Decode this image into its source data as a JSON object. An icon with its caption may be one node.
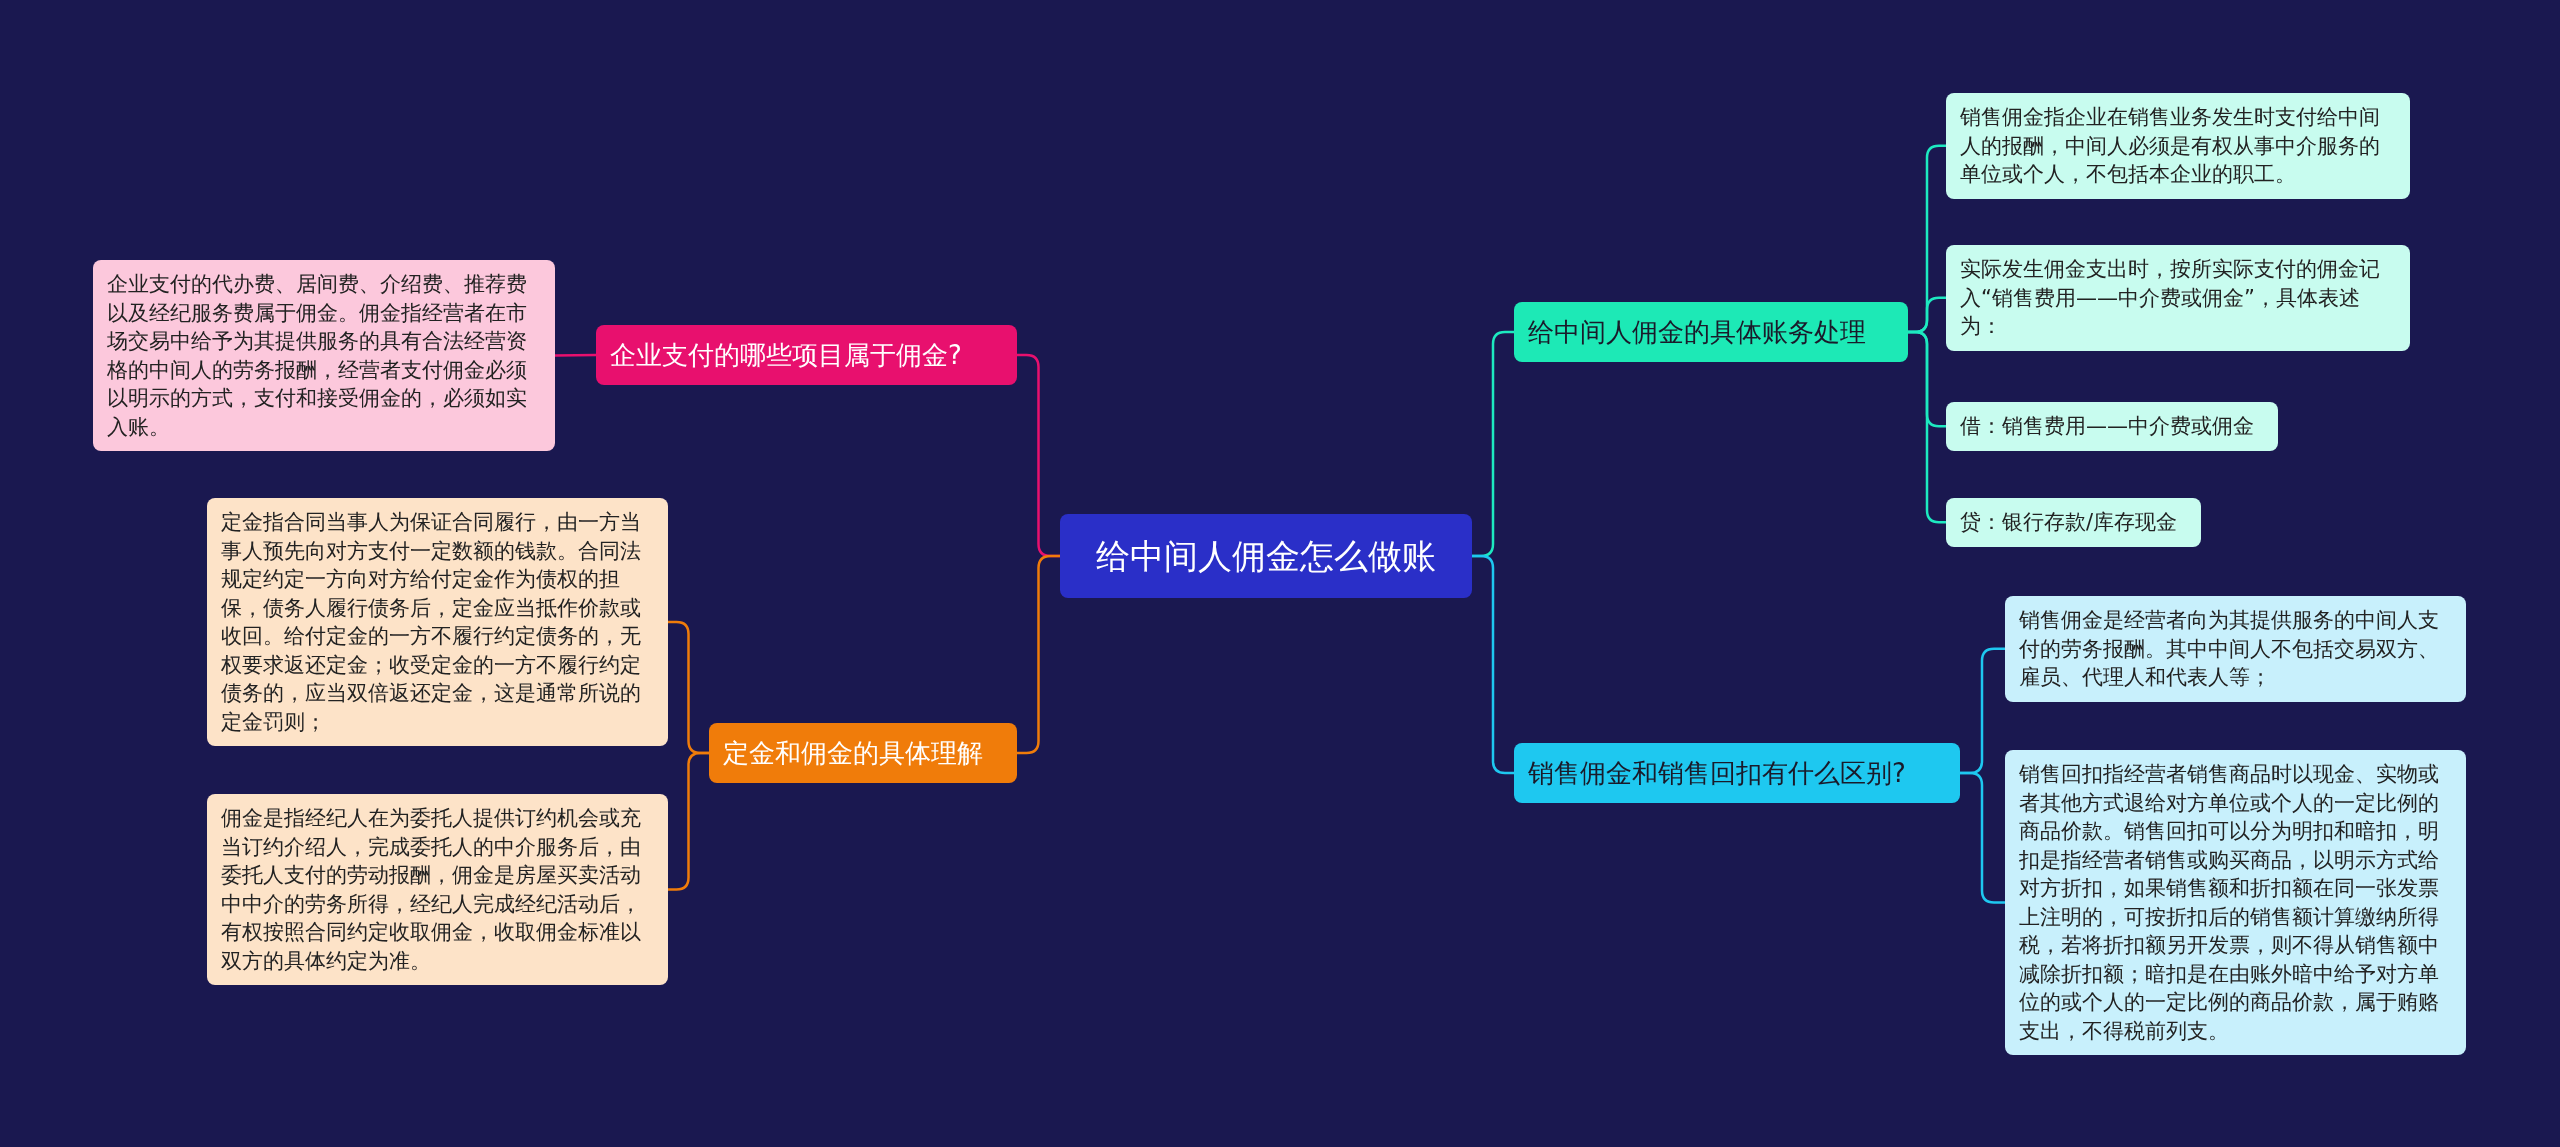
{
  "diagram": {
    "nodes": [
      {
        "text": [
          "给中间人佣金怎么做账"
        ]
      },
      {
        "text": [
          "企业支付的哪些项目属于佣金?"
        ]
      },
      {
        "text": [
          "企业支付的代办费、居间费、介绍费、推荐费以及经纪服务费属于佣金。佣金指经营者在市场交易中给予为其提供服务的具有合法经营资格的中间人的劳务报酬，经营者支付佣金必须以明示的方式，支付和接受佣金的，必须如实入账。"
        ]
      },
      {
        "text": [
          "定金和佣金的具体理解"
        ]
      },
      {
        "text": [
          "定金指合同当事人为保证合同履行，由一方当事人预先向对方支付一定数额的钱款。合同法规定约定一方向对方给付定金作为债权的担保，债务人履行债务后，定金应当抵作价款或收回。给付定金的一方不履行约定债务的，无权要求返还定金；收受定金的一方不履行约定债务的，应当双倍返还定金，这是通常所说的定金罚则；"
        ]
      },
      {
        "text": [
          "佣金是指经纪人在为委托人提供订约机会或充当订约介绍人，完成委托人的中介服务后，由委托人支付的劳动报酬，佣金是房屋买卖活动中中介的劳务所得，经纪人完成经纪活动后，有权按照合同约定收取佣金，收取佣金标准以双方的具体约定为准。"
        ]
      },
      {
        "text": [
          "给中间人佣金的具体账务处理"
        ]
      },
      {
        "text": [
          "销售佣金指企业在销售业务发生时支付给中间人的报酬，中间人必须是有权从事中介服务的单位或个人，不包括本企业的职工。"
        ]
      },
      {
        "text": [
          "实际发生佣金支出时，按所实际支付的佣金记入“销售费用——中介费或佣金”，具体表述为："
        ]
      },
      {
        "text": [
          "借：销售费用——中介费或佣金"
        ]
      },
      {
        "text": [
          "贷：银行存款/库存现金"
        ]
      },
      {
        "text": [
          "销售佣金和销售回扣有什么区别?"
        ]
      },
      {
        "text": [
          "销售佣金是经营者向为其提供服务的中间人支付的劳务报酬。其中中间人不包括交易双方、雇员、代理人和代表人等；"
        ]
      },
      {
        "text": [
          "销售回扣指经营者销售商品时以现金、实物或者其他方式退给对方单位或个人的一定比例的商品价款。销售回扣可以分为明扣和暗扣，明扣是指经营者销售或购买商品，以明示方式给对方折扣，如果销售额和折扣额在同一张发票上注明的，可按折扣后的销售额计算缴纳所得税，若将折扣额另开发票，则不得从销售额中减除折扣额；暗扣是在由账外暗中给予对方单位的或个人的一定比例的商品价款，属于贿赂支出，不得税前列支。"
        ]
      }
    ],
    "edges": [
      {
        "from": 0,
        "to": 1,
        "arrow": "none",
        "color": "#e8106e"
      },
      {
        "from": 1,
        "to": 2,
        "arrow": "none",
        "color": "#e8106e"
      },
      {
        "from": 0,
        "to": 3,
        "arrow": "none",
        "color": "#f07c0a"
      },
      {
        "from": 3,
        "to": 4,
        "arrow": "none",
        "color": "#f07c0a"
      },
      {
        "from": 3,
        "to": 5,
        "arrow": "none",
        "color": "#f07c0a"
      },
      {
        "from": 0,
        "to": 6,
        "arrow": "none",
        "color": "#1de9c0"
      },
      {
        "from": 6,
        "to": 7,
        "arrow": "none",
        "color": "#1de9c0"
      },
      {
        "from": 6,
        "to": 8,
        "arrow": "none",
        "color": "#1de9c0"
      },
      {
        "from": 6,
        "to": 9,
        "arrow": "none",
        "color": "#1de9c0"
      },
      {
        "from": 6,
        "to": 10,
        "arrow": "none",
        "color": "#1de9c0"
      },
      {
        "from": 0,
        "to": 11,
        "arrow": "none",
        "color": "#1ec8f0"
      },
      {
        "from": 11,
        "to": 12,
        "arrow": "none",
        "color": "#1ec8f0"
      },
      {
        "from": 11,
        "to": 13,
        "arrow": "none",
        "color": "#1ec8f0"
      }
    ]
  }
}
